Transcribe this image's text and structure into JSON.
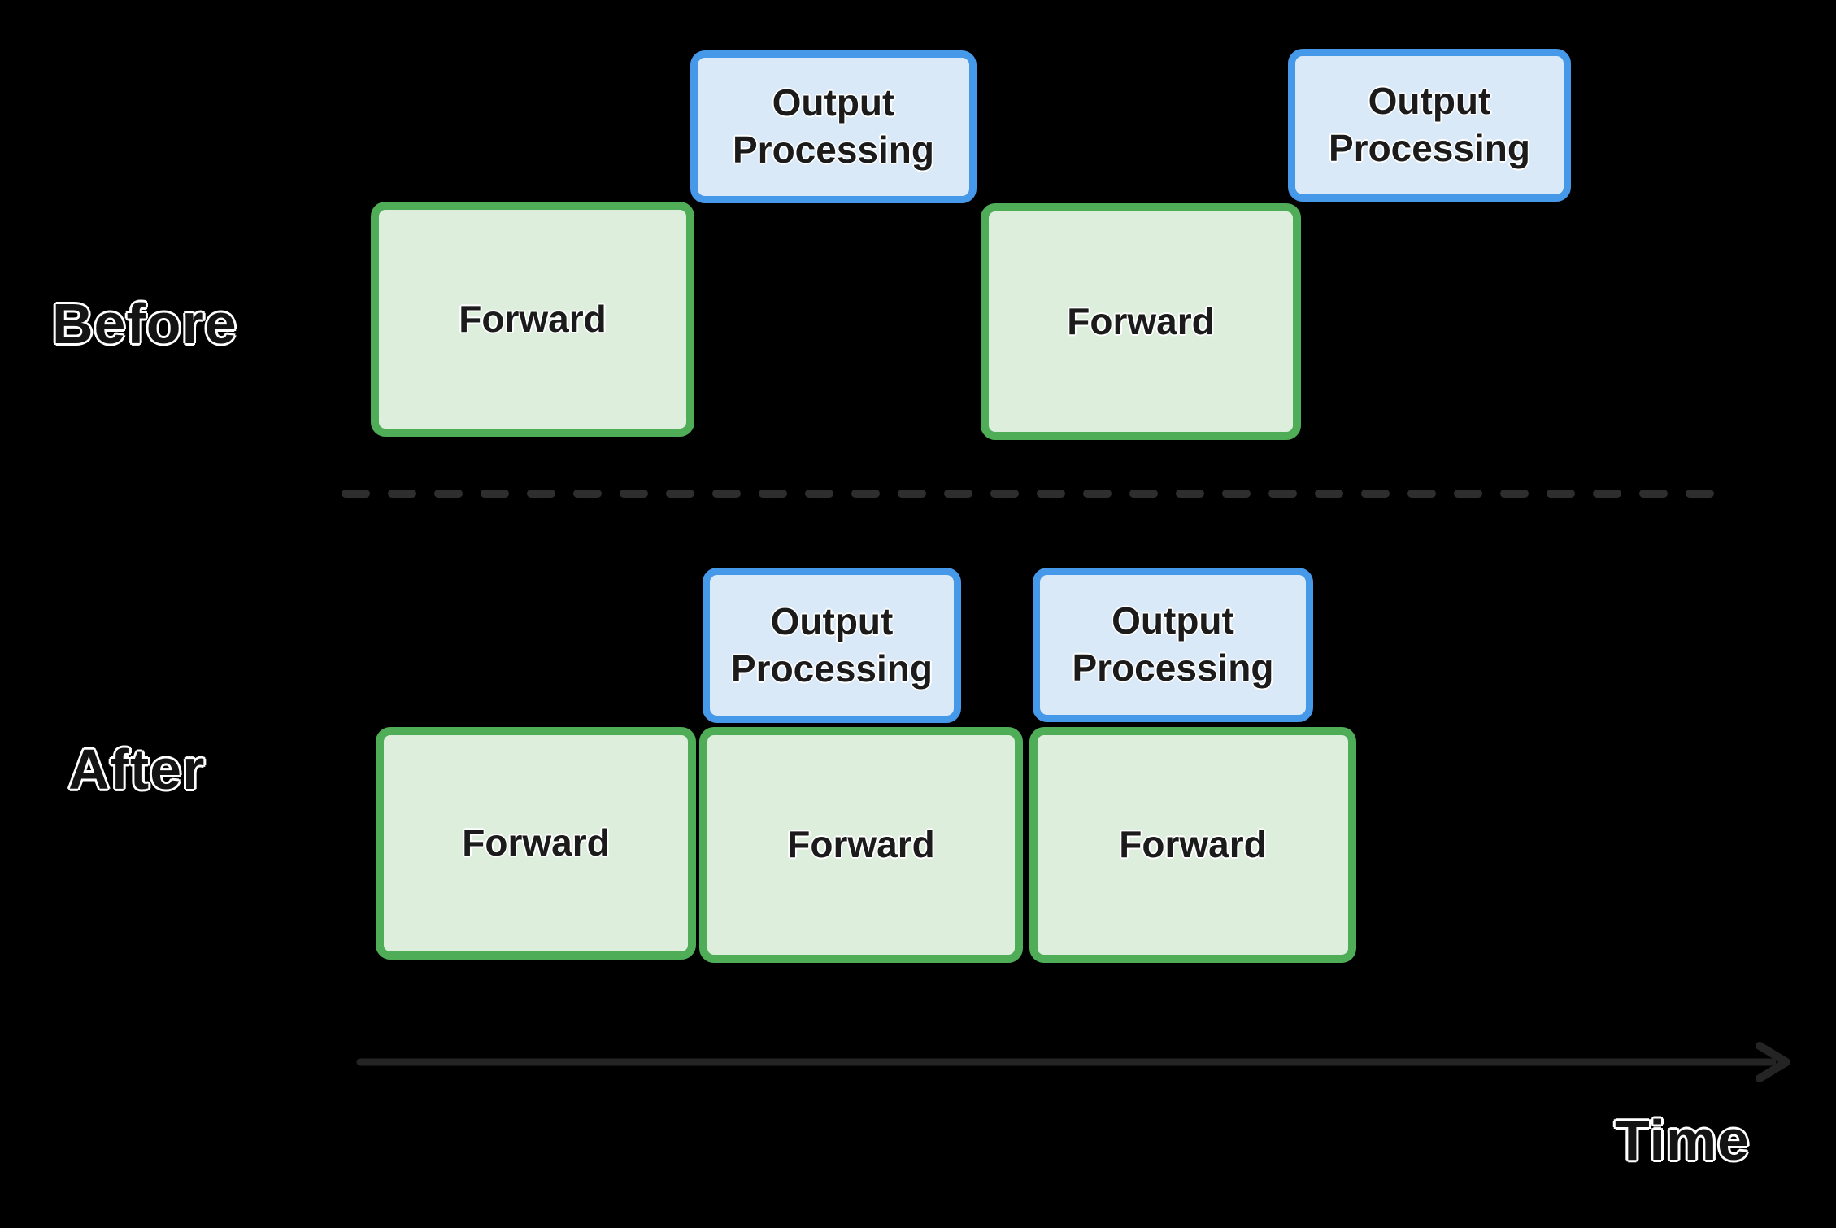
{
  "labels": {
    "before": "Before",
    "after": "After",
    "time": "Time"
  },
  "boxes": {
    "forward": "Forward",
    "output_processing": "Output Processing"
  },
  "colors": {
    "background": "#000000",
    "forward_fill": "#ddeedd",
    "forward_border": "#4fad58",
    "output_fill": "#d9e9f8",
    "output_border": "#4698e8",
    "divider": "#2e2e2e",
    "arrow": "#242424",
    "box_text": "#1b1b1b",
    "label_text": "#141414",
    "label_outline": "#ffffff"
  }
}
